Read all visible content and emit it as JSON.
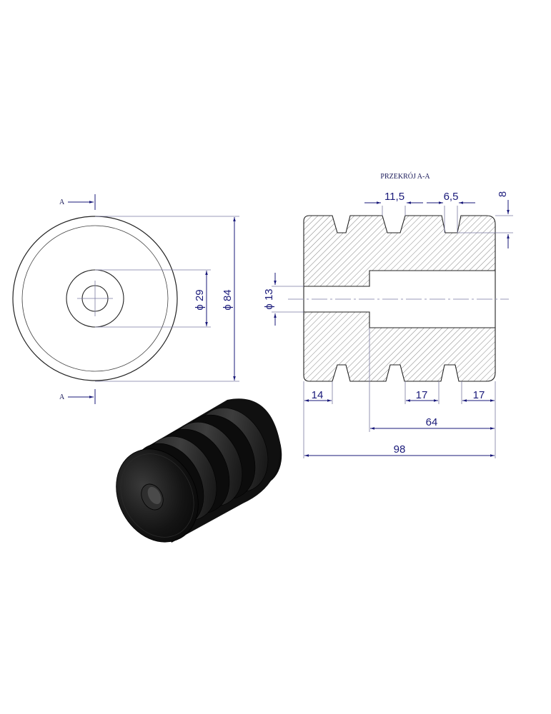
{
  "drawing": {
    "section_title": "PRZEKRÓJ A-A",
    "section_marker_label": "A",
    "colors": {
      "outline": "#222222",
      "dimension": "#1a1a7a",
      "extension": "#7a7aa0",
      "hatch": "#555555",
      "center_line": "#9a9ab8",
      "product": "#111111"
    },
    "front_view": {
      "dimensions": {
        "outer_diameter": "ϕ 84",
        "middle_diameter": "ϕ 29"
      }
    },
    "section_view": {
      "dimensions": {
        "groove_top_width": "11,5",
        "groove_bottom_width": "6,5",
        "groove_depth": "8",
        "bore_diameter": "ϕ 13",
        "first_groove_offset": "14",
        "groove_pitch": "17",
        "last_groove_offset": "17",
        "counterbore_depth": "64",
        "overall_length": "98"
      }
    },
    "isometric_view": {
      "description": "black rubber cylinder with three grooves and center hole"
    }
  }
}
